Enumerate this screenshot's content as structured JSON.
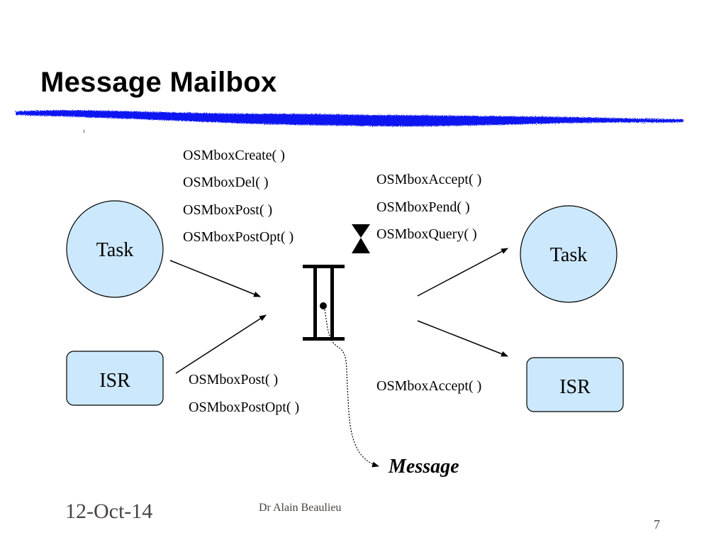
{
  "slide": {
    "title": "Message Mailbox",
    "accent_color": "#0a14f0",
    "node_fill": "#cce8fc"
  },
  "diagram": {
    "left_nodes": {
      "task_label": "Task",
      "isr_label": "ISR"
    },
    "right_nodes": {
      "task_label": "Task",
      "isr_label": "ISR"
    },
    "task_post_functions": [
      "OSMboxCreate( )",
      "OSMboxDel( )",
      "OSMboxPost( )",
      "OSMboxPostOpt( )"
    ],
    "task_receive_functions": [
      "OSMboxAccept( )",
      "OSMboxPend( )",
      "OSMboxQuery( )"
    ],
    "isr_post_functions": [
      "OSMboxPost( )",
      "OSMboxPostOpt( )"
    ],
    "isr_receive_functions": [
      "OSMboxAccept( )"
    ],
    "message_label": "Message",
    "timeout_icon": "hourglass-icon",
    "mailbox_icon": "mailbox-icon"
  },
  "footer": {
    "date": "12-Oct-14",
    "author": "Dr Alain Beaulieu",
    "page_number": "7"
  }
}
